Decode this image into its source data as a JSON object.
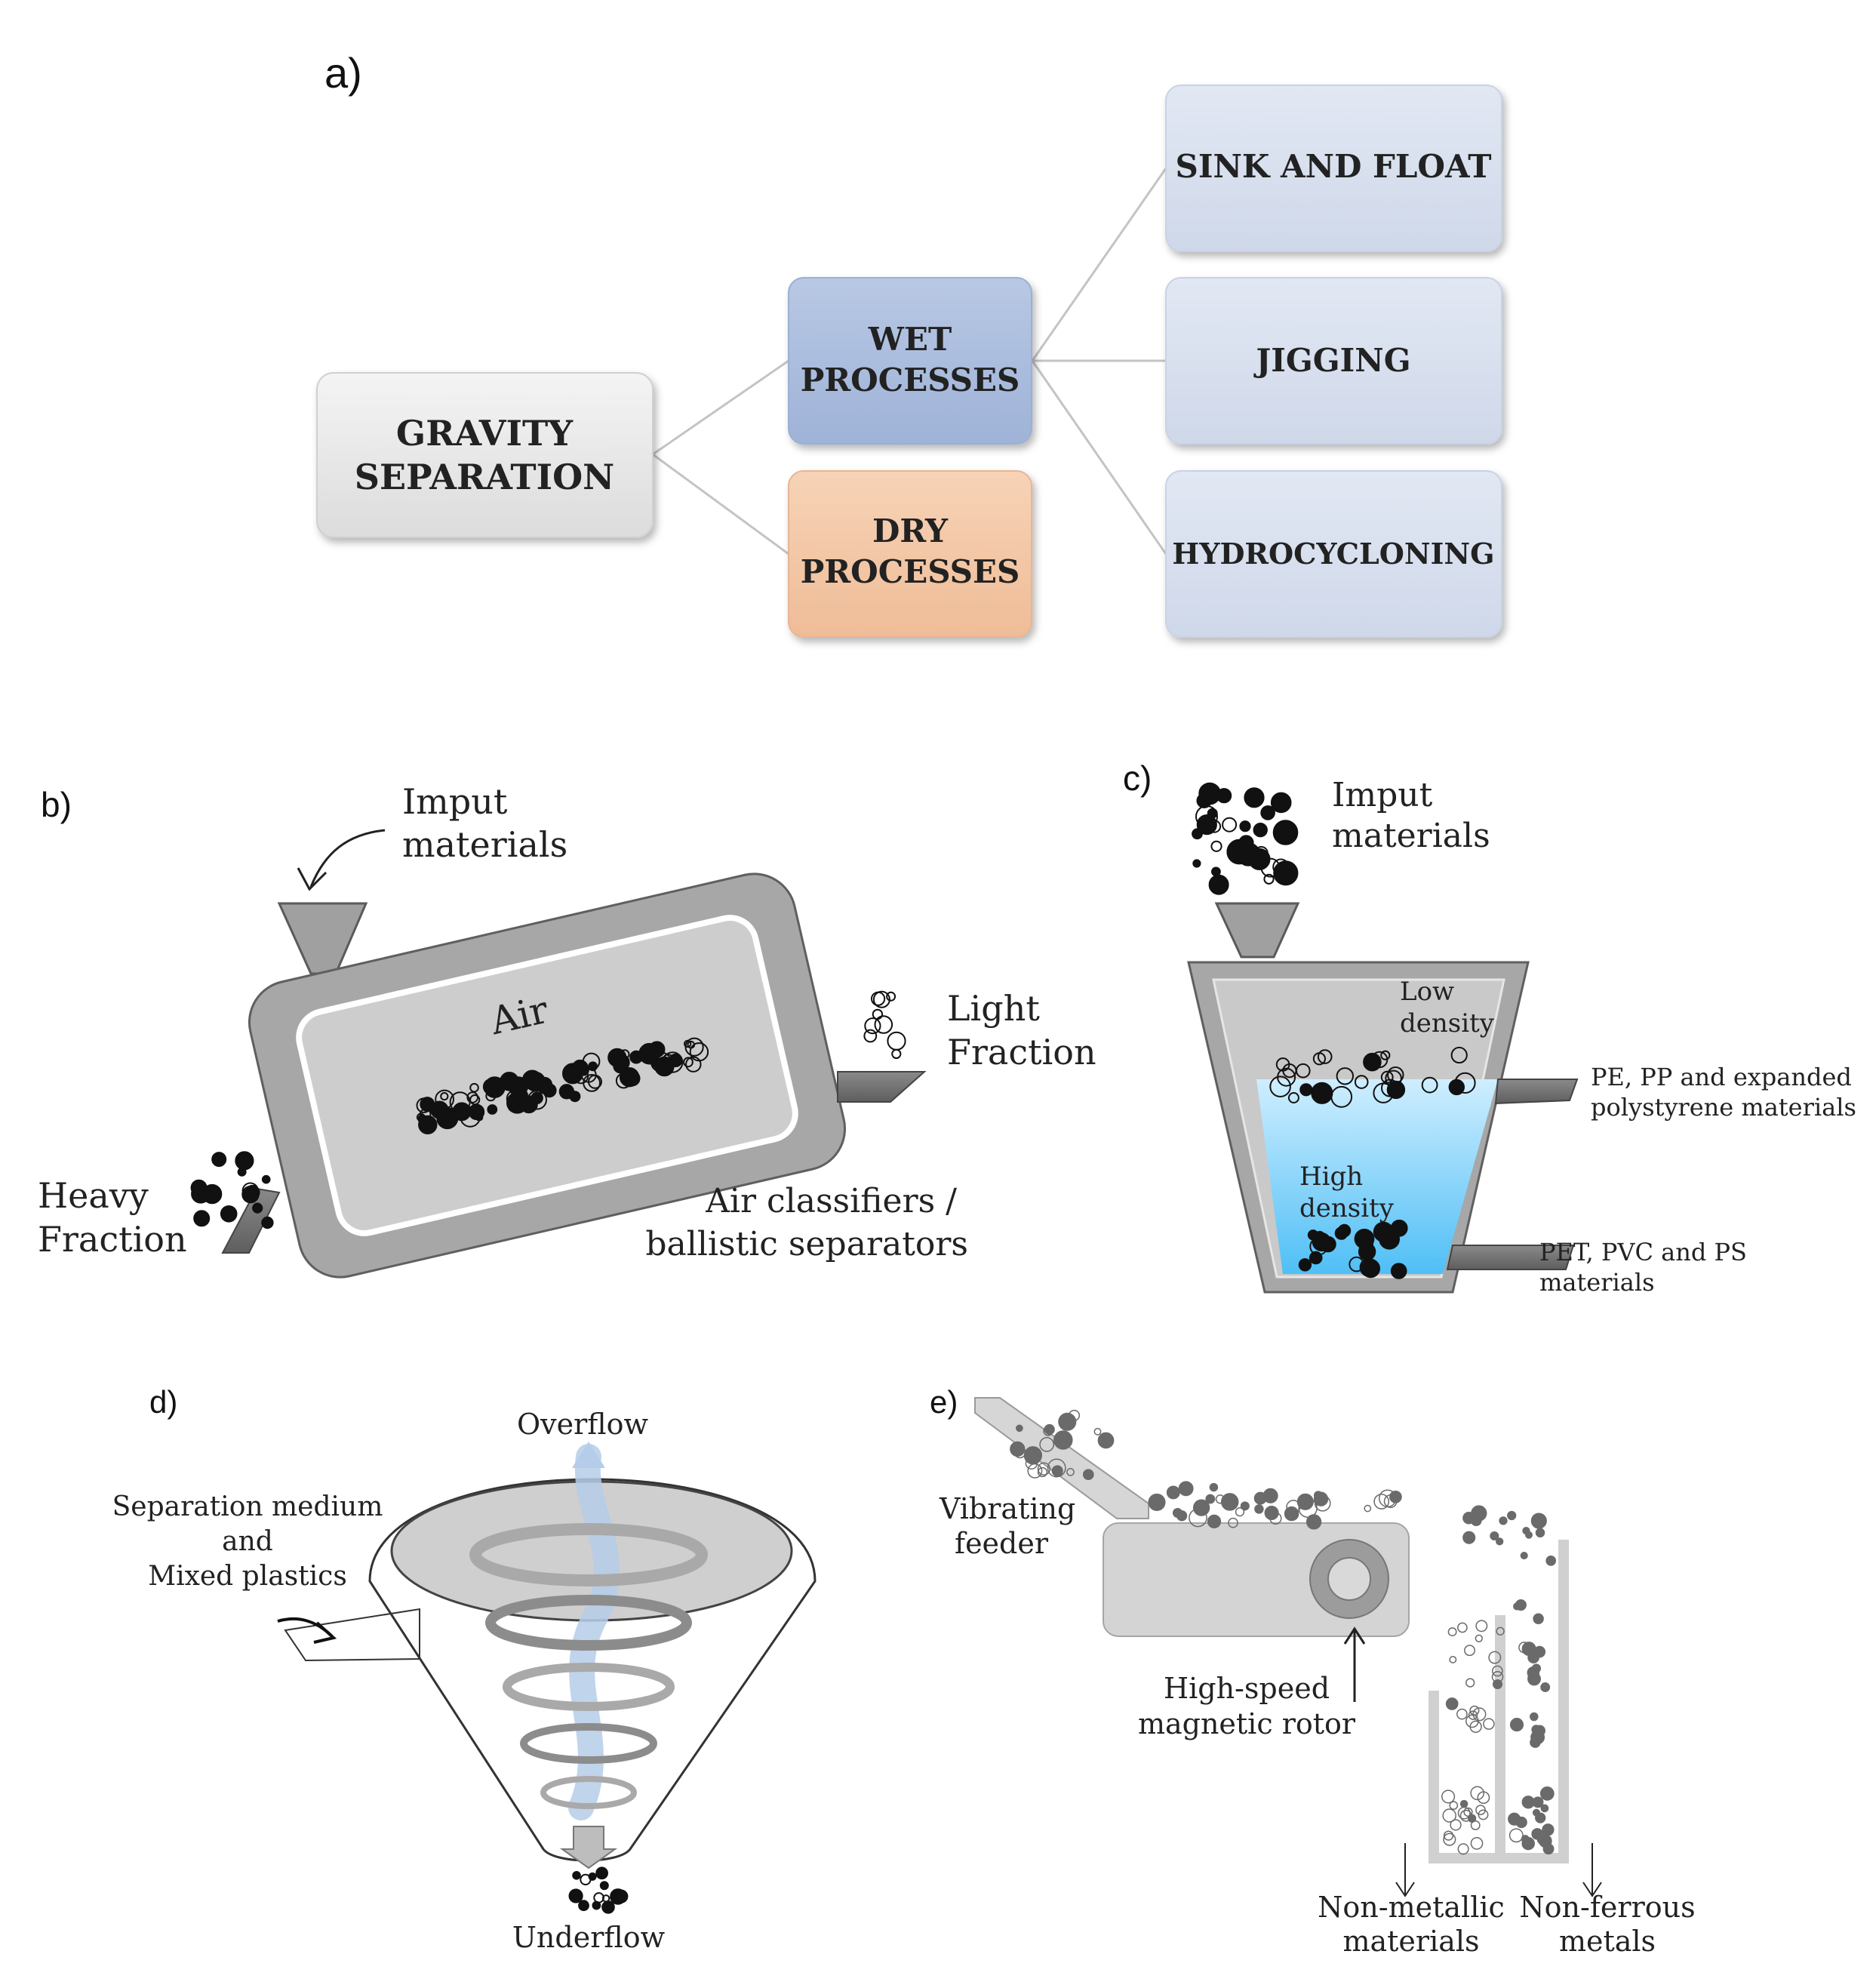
{
  "panel_labels": {
    "a": "a)",
    "b": "b)",
    "c": "c)",
    "d": "d)",
    "e": "e)"
  },
  "panel_a": {
    "root": [
      "GRAVITY",
      "SEPARATION"
    ],
    "wet": [
      "WET",
      "PROCESSES"
    ],
    "dry": [
      "DRY",
      "PROCESSES"
    ],
    "sink_float": "SINK AND FLOAT",
    "jigging": "JIGGING",
    "hydrocycloning": "HYDROCYCLONING",
    "colors": {
      "root": "#e6e6e6",
      "wet": "#a9bcdc",
      "dry": "#f3c6a4",
      "leaf": "#d7dfee",
      "line": "#c4c4c4"
    }
  },
  "panel_b": {
    "input": [
      "Imput",
      "materials"
    ],
    "air": "Air",
    "light": [
      "Light",
      "Fraction"
    ],
    "heavy": [
      "Heavy",
      "Fraction"
    ],
    "caption": [
      "Air classifiers /",
      "ballistic separators"
    ]
  },
  "panel_c": {
    "input": [
      "Imput",
      "materials"
    ],
    "low": [
      "Low",
      "density"
    ],
    "high": [
      "High",
      "density"
    ],
    "out_top": [
      "PE, PP and expanded",
      "polystyrene materials"
    ],
    "out_bottom": [
      "PET, PVC and PS",
      "materials"
    ]
  },
  "panel_d": {
    "overflow": "Overflow",
    "feed": [
      "Separation medium",
      "and",
      "Mixed plastics"
    ],
    "underflow": "Underflow"
  },
  "panel_e": {
    "feeder": [
      "Vibrating",
      "feeder"
    ],
    "rotor": [
      "High-speed",
      "magnetic rotor"
    ],
    "nonmetallic": [
      "Non-metallic",
      "materials"
    ],
    "nonferrous": [
      "Non-ferrous",
      "metals"
    ]
  }
}
